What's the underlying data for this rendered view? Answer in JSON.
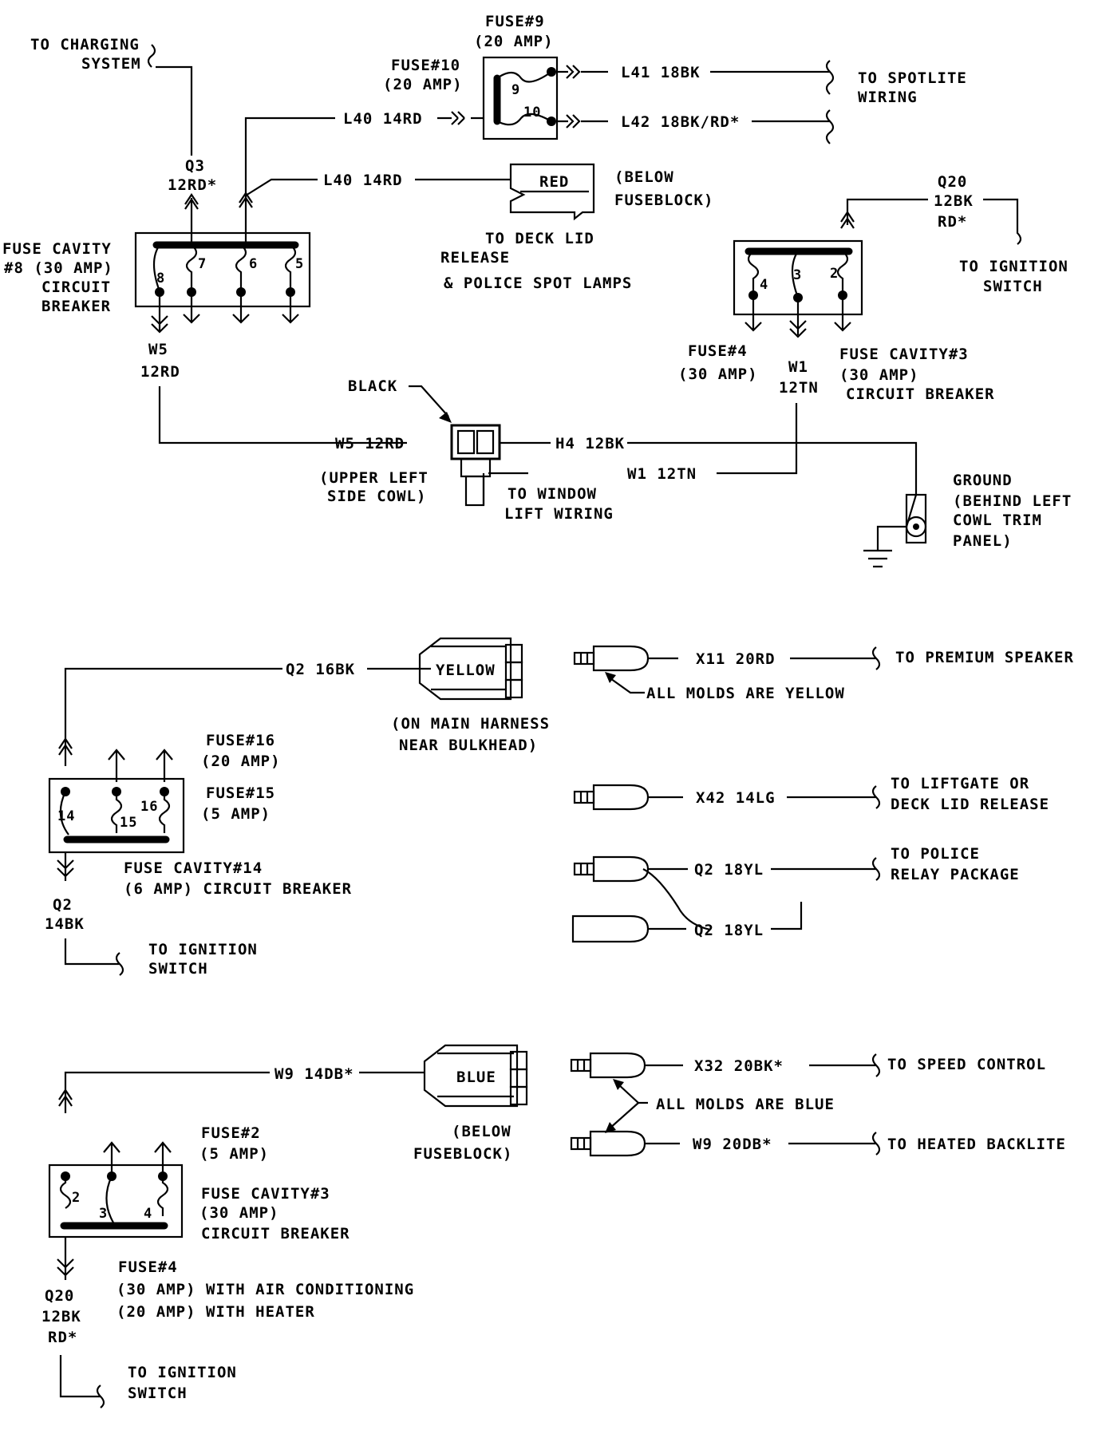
{
  "top": {
    "to_charging_system": [
      "TO CHARGING",
      "SYSTEM"
    ],
    "fuse9": [
      "FUSE#9",
      "(20 AMP)"
    ],
    "fuse10": [
      "FUSE#10",
      "(20 AMP)"
    ],
    "fuse9_num": "9",
    "fuse10_num": "10",
    "l41": "L41 18BK",
    "l42": "L42 18BK/RD*",
    "to_spotlite": [
      "TO SPOTLITE",
      "WIRING"
    ],
    "l40_a": "L40 14RD",
    "l40_b": "L40 14RD",
    "q3": [
      "Q3",
      "12RD*"
    ],
    "red_connector": "RED",
    "below_fuseblock": [
      "(BELOW",
      "FUSEBLOCK)"
    ],
    "deck_lid": [
      "TO DECK LID",
      "RELEASE",
      "& POLICE SPOT LAMPS"
    ],
    "fuse_cavity8": [
      "FUSE CAVITY",
      "#8 (30 AMP)",
      "CIRCUIT",
      "BREAKER"
    ],
    "cb8_positions": [
      "8",
      "7",
      "6",
      "5"
    ],
    "w5": [
      "W5",
      "12RD"
    ],
    "q20": [
      "Q20",
      "12BK",
      "RD*"
    ],
    "to_ignition_1": [
      "TO IGNITION",
      "SWITCH"
    ],
    "cb3_positions": [
      "4",
      "3",
      "2"
    ],
    "fuse4": [
      "FUSE#4",
      "(30 AMP)"
    ],
    "w1": [
      "W1",
      "12TN"
    ],
    "fuse_cavity3": [
      "FUSE CAVITY#3",
      "(30 AMP)",
      "CIRCUIT BREAKER"
    ],
    "black": "BLACK",
    "w5_12rd": "W5 12RD",
    "h4": "H4 12BK",
    "w1_12tn": "W1 12TN",
    "upper_left": [
      "(UPPER LEFT",
      "SIDE COWL)"
    ],
    "window_lift": [
      "TO WINDOW",
      "LIFT WIRING"
    ],
    "ground": [
      "GROUND",
      "(BEHIND LEFT",
      "COWL TRIM",
      "PANEL)"
    ]
  },
  "middle": {
    "q2_16bk": "Q2 16BK",
    "yellow": "YELLOW",
    "main_harness": [
      "(ON MAIN HARNESS",
      "NEAR BULKHEAD)"
    ],
    "fuse16": [
      "FUSE#16",
      "(20 AMP)"
    ],
    "fuse15": [
      "FUSE#15",
      "(5 AMP)"
    ],
    "cb14_positions": [
      "14",
      "15",
      "16"
    ],
    "fuse_cavity14": [
      "FUSE CAVITY#14",
      "(6 AMP) CIRCUIT BREAKER"
    ],
    "q2_14bk": [
      "Q2",
      "14BK"
    ],
    "to_ignition_2": [
      "TO IGNITION",
      "SWITCH"
    ],
    "x11": "X11 20RD",
    "premium_speaker": "TO PREMIUM SPEAKER",
    "molds_yellow": "ALL MOLDS ARE YELLOW",
    "x42": "X42 14LG",
    "liftgate": [
      "TO LIFTGATE OR",
      "DECK LID RELEASE"
    ],
    "q2_18yl_a": "Q2 18YL",
    "police_relay": [
      "TO POLICE",
      "RELAY PACKAGE"
    ],
    "q2_18yl_b": "Q2 18YL"
  },
  "bottom": {
    "w9_14db": "W9 14DB*",
    "blue": "BLUE",
    "below_fuseblock": [
      "(BELOW",
      "FUSEBLOCK)"
    ],
    "fuse2": [
      "FUSE#2",
      "(5 AMP)"
    ],
    "fuse_cavity3": [
      "FUSE CAVITY#3",
      "(30 AMP)",
      "CIRCUIT BREAKER"
    ],
    "cb3_positions": [
      "2",
      "3",
      "4"
    ],
    "fuse4": [
      "FUSE#4",
      "(30 AMP) WITH AIR CONDITIONING",
      "(20 AMP) WITH HEATER"
    ],
    "q20": [
      "Q20",
      "12BK",
      "RD*"
    ],
    "to_ignition_3": [
      "TO IGNITION",
      "SWITCH"
    ],
    "x32": "X32 20BK*",
    "speed_control": "TO SPEED CONTROL",
    "molds_blue": "ALL MOLDS ARE BLUE",
    "w9_20db": "W9 20DB*",
    "heated_backlite": "TO HEATED BACKLITE"
  }
}
